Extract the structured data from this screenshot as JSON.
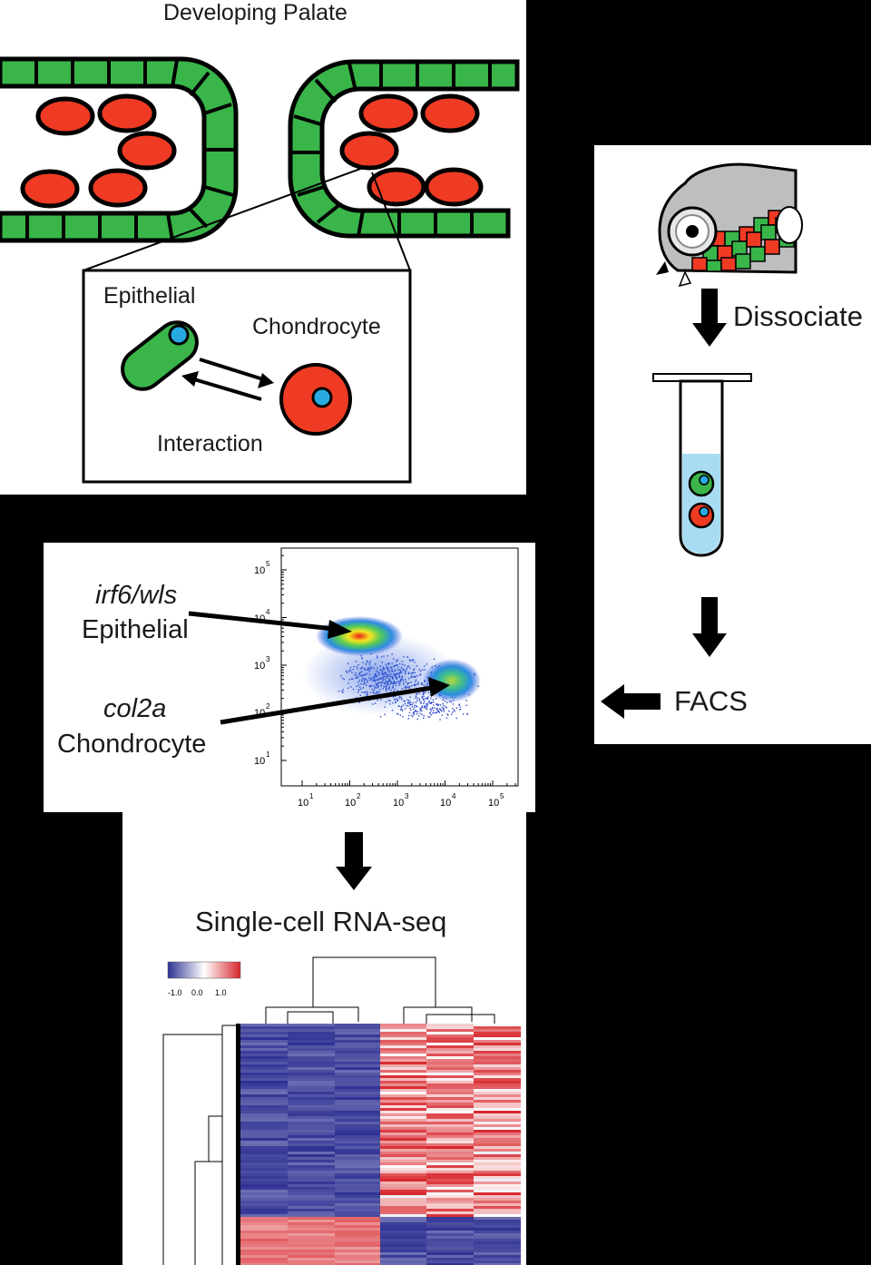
{
  "palate": {
    "title": "Developing Palate",
    "inset": {
      "epithelial_label": "Epithelial",
      "chondrocyte_label": "Chondrocyte",
      "interaction_label": "Interaction"
    }
  },
  "workflow": {
    "dissociate_label": "Dissociate",
    "facs_label": "FACS"
  },
  "facs_plot": {
    "tick_labels_x": [
      "10",
      "10",
      "10",
      "10",
      "10"
    ],
    "tick_exponents_x": [
      "1",
      "2",
      "3",
      "4",
      "5"
    ],
    "tick_labels_y": [
      "10",
      "10",
      "10",
      "10",
      "10"
    ],
    "tick_exponents_y": [
      "5",
      "4",
      "3",
      "2",
      "1"
    ],
    "epithelial_gene": "irf6/wls",
    "epithelial_label": "Epithelial",
    "chondrocyte_gene": "col2a",
    "chondrocyte_label": "Chondrocyte"
  },
  "rnaseq": {
    "title": "Single-cell RNA-seq",
    "scale_labels": [
      "-1.0",
      "0.0",
      "1.0"
    ]
  },
  "colors": {
    "epithelial_green": "#39b54a",
    "chondrocyte_red": "#ef3b24",
    "nucleus_blue": "#27aae1",
    "heat_blue": "#2e3192",
    "heat_red": "#d7262c"
  }
}
